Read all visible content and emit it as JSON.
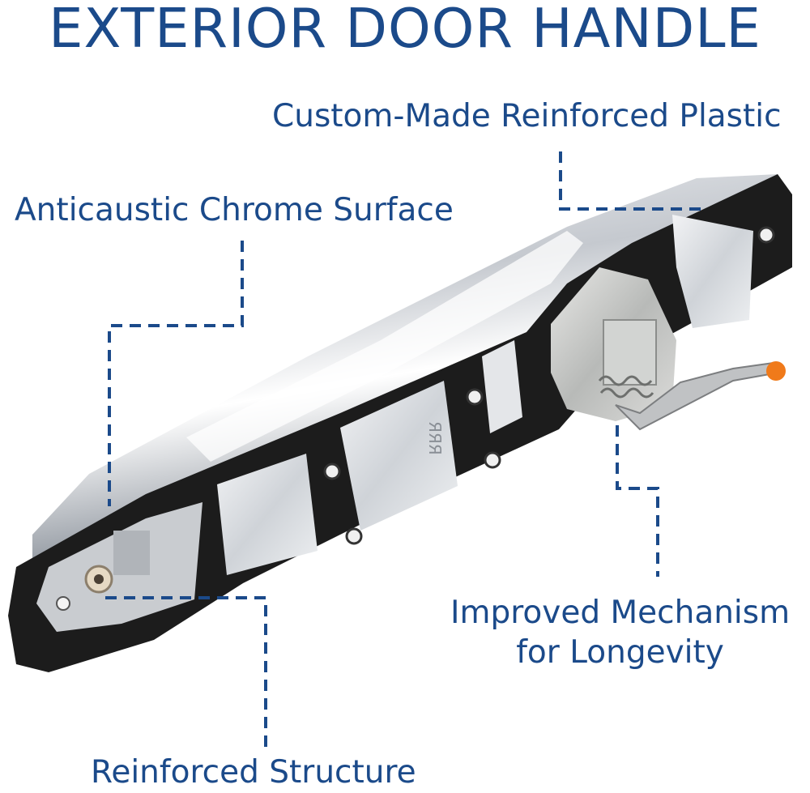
{
  "title": "EXTERIOR DOOR HANDLE",
  "callouts": {
    "plastic": "Custom-Made Reinforced Plastic",
    "chrome": "Anticaustic Chrome Surface",
    "mechanism_line1": "Improved Mechanism",
    "mechanism_line2": "for Longevity",
    "structure": "Reinforced Structure"
  },
  "colors": {
    "label_blue": "#1b4a8a",
    "leader_blue": "#1b4a8a",
    "handle_black": "#1c1c1c",
    "chrome": "#d6d8dc",
    "tab_orange": "#f07a1a"
  },
  "imprint": "ЯЯЯ"
}
